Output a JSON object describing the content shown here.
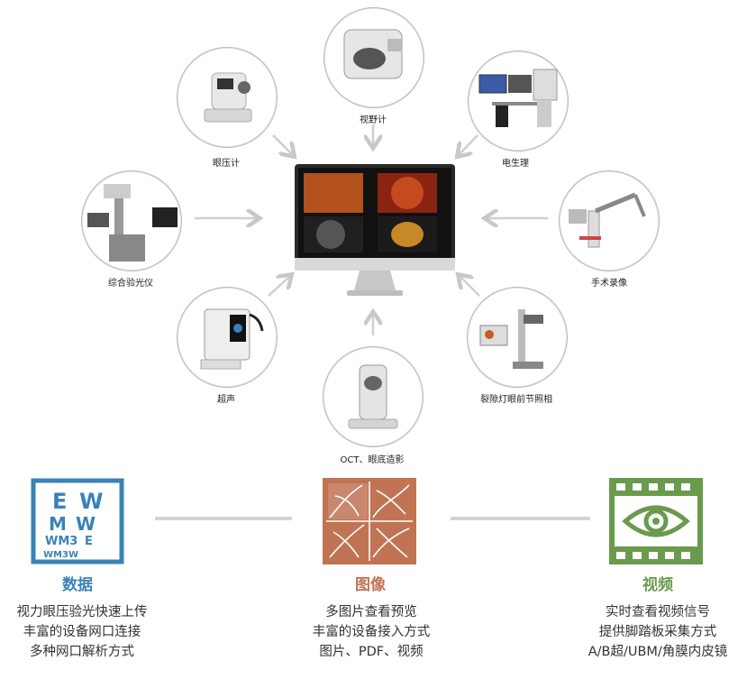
{
  "devices": [
    {
      "id": "tonometer",
      "label": "眼压计"
    },
    {
      "id": "perimeter",
      "label": "视野计"
    },
    {
      "id": "electrophysiology",
      "label": "电生理"
    },
    {
      "id": "refraction",
      "label": "综合验光仪"
    },
    {
      "id": "surgery",
      "label": "手术录像"
    },
    {
      "id": "ultrasound",
      "label": "超声"
    },
    {
      "id": "oct",
      "label": "OCT、眼底造影"
    },
    {
      "id": "slitlamp",
      "label": "裂隙灯眼前节照相"
    }
  ],
  "features": [
    {
      "title": "数据",
      "color": "#3a82b8",
      "icon": "eye-chart-icon",
      "lines": [
        "视力眼压验光快速上传",
        "丰富的设备网口连接",
        "多种网口解析方式"
      ]
    },
    {
      "title": "图像",
      "color": "#c07454",
      "icon": "fundus-image-icon",
      "lines": [
        "多图片查看预览",
        "丰富的设备接入方式",
        "图片、PDF、视频"
      ]
    },
    {
      "title": "视频",
      "color": "#6a9a4e",
      "icon": "film-eye-icon",
      "lines": [
        "实时查看视频信号",
        "提供脚踏板采集方式",
        "A/B超/UBM/角膜内皮镜"
      ]
    }
  ]
}
